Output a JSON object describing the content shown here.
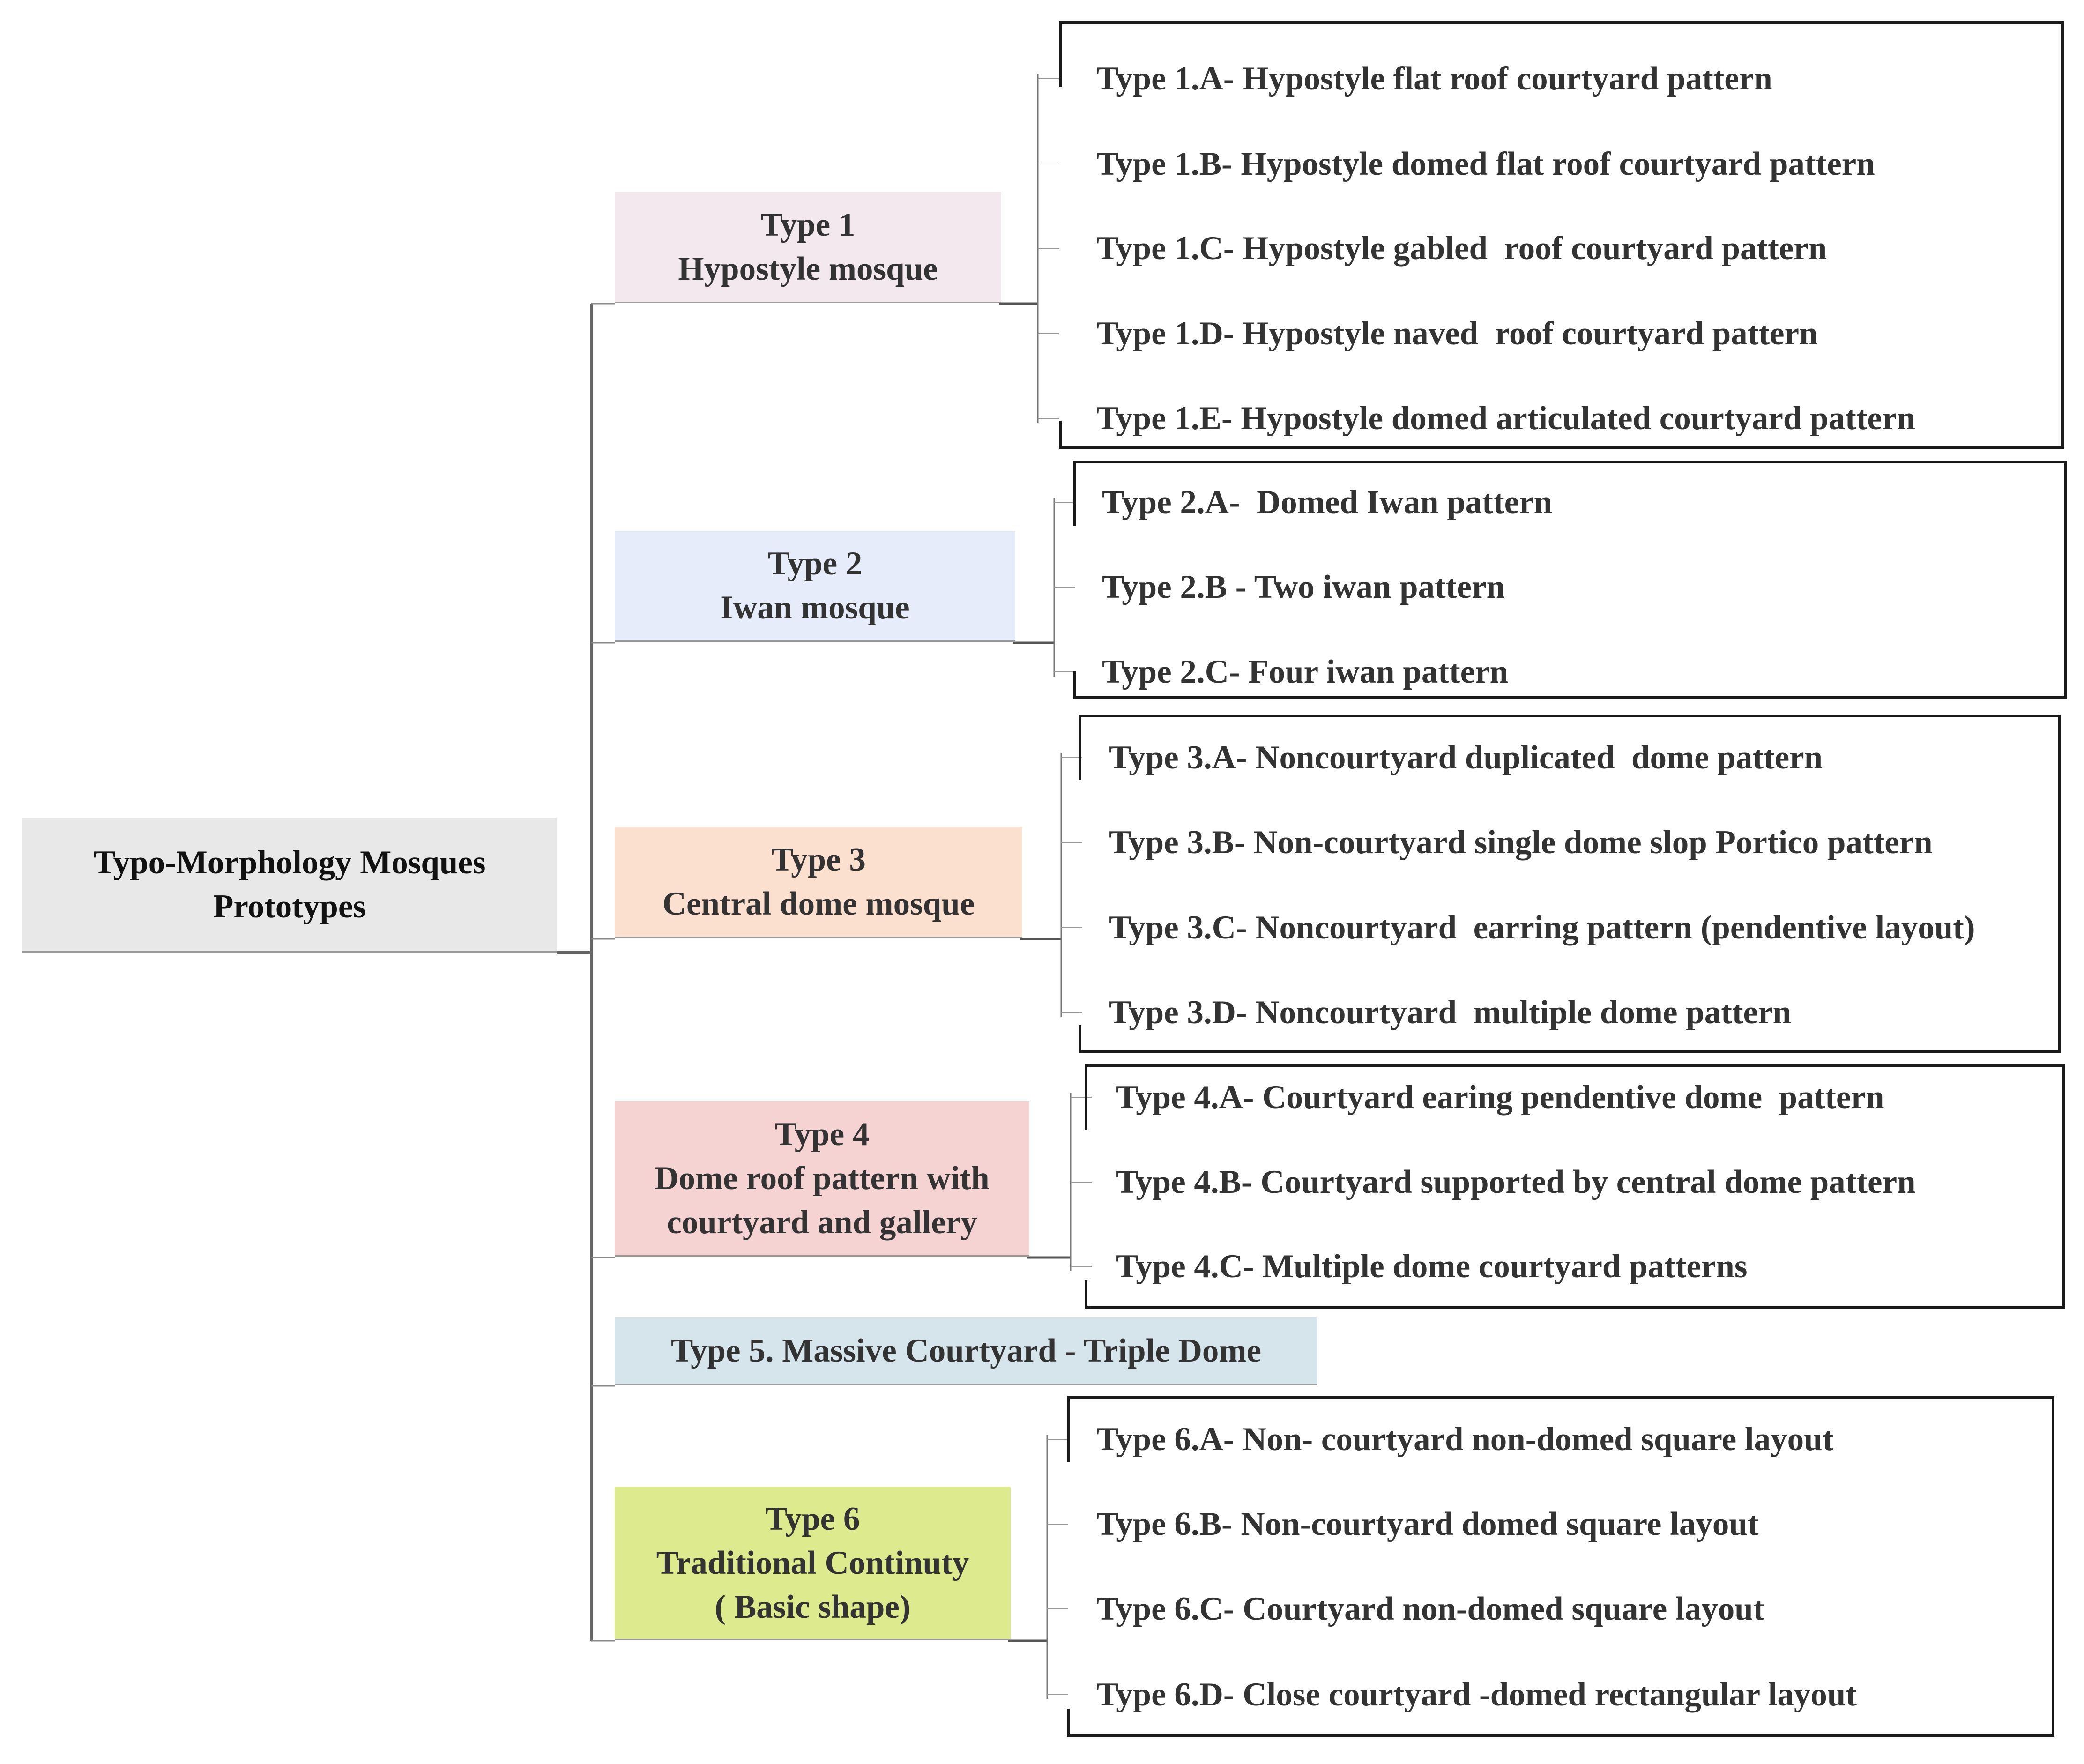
{
  "root": {
    "line1": "Typo-Morphology Mosques",
    "line2": "Prototypes"
  },
  "types": [
    {
      "lines": [
        "Type 1",
        "Hypostyle mosque"
      ],
      "fill": "#f3e8ee",
      "subtypes": [
        "Type 1.A- Hypostyle flat roof courtyard pattern",
        "Type 1.B- Hypostyle domed flat roof courtyard pattern",
        "Type 1.C- Hypostyle gabled  roof courtyard pattern",
        "Type 1.D- Hypostyle naved  roof courtyard pattern",
        "Type 1.E- Hypostyle domed articulated courtyard pattern"
      ]
    },
    {
      "lines": [
        "Type 2",
        "Iwan mosque"
      ],
      "fill": "#e6ecfa",
      "subtypes": [
        "Type 2.A-  Domed Iwan pattern",
        "Type 2.B - Two iwan pattern",
        "Type 2.C- Four iwan pattern"
      ]
    },
    {
      "lines": [
        "Type 3",
        "Central dome mosque"
      ],
      "fill": "#fbdfcf",
      "subtypes": [
        "Type 3.A- Noncourtyard duplicated  dome pattern",
        "Type 3.B- Non-courtyard single dome slop Portico pattern",
        "Type 3.C- Noncourtyard  earring pattern (pendentive layout)",
        "Type 3.D- Noncourtyard  multiple dome pattern"
      ]
    },
    {
      "lines": [
        "Type 4",
        "Dome roof pattern with",
        "courtyard and gallery"
      ],
      "fill": "#f5d3d3",
      "subtypes": [
        "Type 4.A- Courtyard earing pendentive dome  pattern",
        "Type 4.B- Courtyard supported by central dome pattern",
        "Type 4.C- Multiple dome courtyard patterns"
      ]
    },
    {
      "lines": [
        "Type 5. Massive Courtyard - Triple Dome"
      ],
      "fill": "#d6e4ec",
      "subtypes": []
    },
    {
      "lines": [
        "Type 6",
        "Traditional Continuty",
        "( Basic shape)"
      ],
      "fill": "#deea8e",
      "subtypes": [
        "Type 6.A- Non- courtyard non-domed square layout",
        "Type 6.B- Non-courtyard domed square layout",
        "Type 6.C- Courtyard non-domed square layout",
        "Type 6.D- Close courtyard -domed rectangular layout"
      ]
    }
  ]
}
